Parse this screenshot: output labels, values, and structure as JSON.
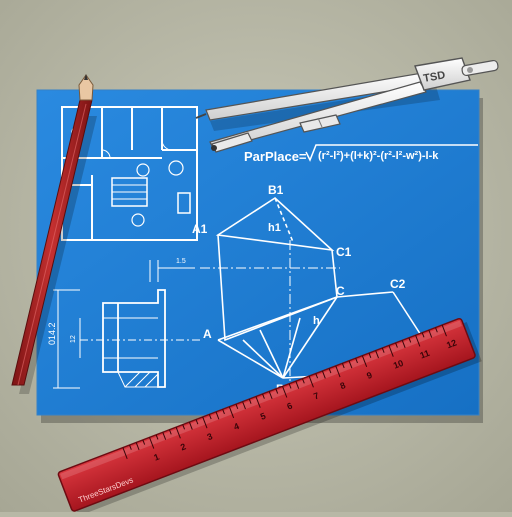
{
  "colors": {
    "desk": "#b9b9a8",
    "blueprint": "#1f7fd6",
    "blueprint_dark": "#1565b8",
    "line": "#ffffff",
    "ruler": "#c5202b",
    "ruler_dark": "#7e0f16",
    "pencil": "#b32525",
    "compass": "#f2f2f2"
  },
  "icons": [
    "pencil-icon",
    "compass-icon",
    "ruler-icon",
    "blueprint-sheet"
  ],
  "compass": {
    "brand": "TSD"
  },
  "blueprint": {
    "formula": {
      "prefix": "ParPlace=",
      "expression": "(r²-l²)+(l+k)²-(r²-l²-w²)-l-k"
    },
    "labels": {
      "b1": "B1",
      "h1": "h1",
      "a1": "A1",
      "c1": "C1",
      "c": "C",
      "c2": "C2",
      "h": "h",
      "a": "A",
      "b": "B"
    },
    "part_dims": {
      "diameter": "014.2",
      "length": "12",
      "offset": "1.5"
    }
  },
  "ruler": {
    "brand": "ThreeStarsDevs",
    "numbers": [
      "1",
      "2",
      "3",
      "4",
      "5",
      "6",
      "7",
      "8",
      "9",
      "10",
      "11",
      "12"
    ]
  }
}
